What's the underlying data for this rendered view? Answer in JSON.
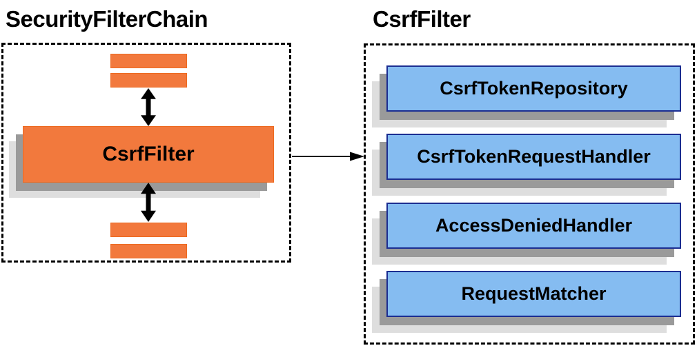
{
  "left_panel": {
    "title": "SecurityFilterChain",
    "csrf_filter_label": "CsrfFilter"
  },
  "right_panel": {
    "title": "CsrfFilter",
    "components": [
      "CsrfTokenRepository",
      "CsrfTokenRequestHandler",
      "AccessDeniedHandler",
      "RequestMatcher"
    ]
  },
  "colors": {
    "orange": "#F2793D",
    "orange_border": "#ED6A20",
    "blue": "#85BCF1",
    "blue_border": "#1B2D91",
    "shadow_dark": "#9A9A9A",
    "shadow_light": "#DEDEDE",
    "ink": "#000000"
  }
}
